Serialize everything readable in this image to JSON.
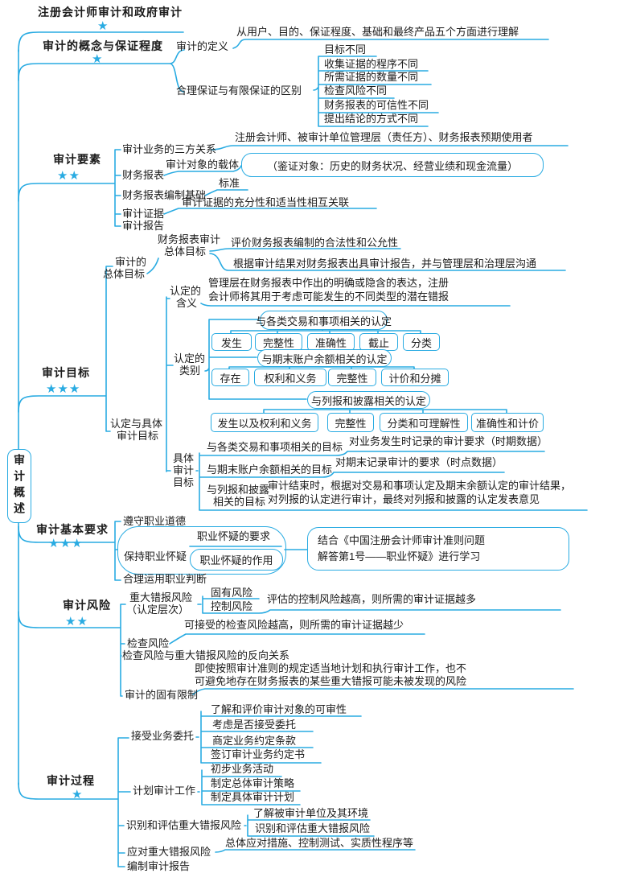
{
  "accent": "#29abe2",
  "root": {
    "title": "审计概述"
  },
  "b1": {
    "label": "注册会计师审计和政府审计",
    "stars": "★"
  },
  "b2": {
    "label": "审计的概念与保证程度",
    "stars": "★",
    "definition": {
      "label": "审计的定义",
      "note": "从用户、目的、保证程度、基础和最终产品五个方面进行理解"
    },
    "difference": {
      "label": "合理保证与有限保证的区别",
      "items": [
        "目标不同",
        "收集证据的程序不同",
        "所需证据的数量不同",
        "检查风险不同",
        "财务报表的可信性不同",
        "提出结论的方式不同"
      ]
    }
  },
  "b3": {
    "label": "审计要素",
    "stars": "★★",
    "three_party": {
      "label": "审计业务的三方关系",
      "note": "注册会计师、被审计单位管理层（责任方）、财务报表预期使用者"
    },
    "fs": {
      "label": "财务报表",
      "note": "审计对象的载体",
      "box": "（鉴证对象：历史的财务状况、经营业绩和现金流量）"
    },
    "basis": {
      "label": "财务报表编制基础",
      "note": "标准"
    },
    "evidence": {
      "label": "审计证据",
      "note": "审计证据的充分性和适当性相互关联"
    },
    "report": {
      "label": "审计报告"
    }
  },
  "b4": {
    "label": "审计目标",
    "stars": "★★★",
    "overall": {
      "label1": "审计的",
      "label2": "总体目标",
      "fs_overall": {
        "label1": "财务报表审计",
        "label2": "总体目标",
        "notes": [
          "评价财务报表编制的合法性和公允性",
          "根据审计结果对财务报表出具审计报告，并与管理层和治理层沟通"
        ]
      }
    },
    "assertion": {
      "label1": "认定与具体",
      "label2": "审计目标",
      "meaning": {
        "label1": "认定的",
        "label2": "含义",
        "note1": "管理层在财务报表中作出的明确或隐含的表达，注册",
        "note2": "会计师将其用于考虑可能发生的不同类型的潜在错报"
      },
      "categories": {
        "label1": "认定的",
        "label2": "类别",
        "transactions": {
          "box": "与各类交易和事项相关的认定",
          "items": [
            "发生",
            "完整性",
            "准确性",
            "截止",
            "分类"
          ]
        },
        "balances": {
          "box": "与期末账户余额相关的认定",
          "items": [
            "存在",
            "权利和义务",
            "完整性",
            "计价和分摊"
          ]
        },
        "presentation": {
          "box": "与列报和披露相关的认定",
          "items": [
            "发生以及权利和义务",
            "完整性",
            "分类和可理解性",
            "准确性和计价"
          ]
        }
      },
      "specific": {
        "label1": "具体",
        "label2": "审计",
        "label3": "目标",
        "transactions": {
          "label": "与各类交易和事项相关的目标",
          "note": "对业务发生时记录的审计要求（时期数据）"
        },
        "balances": {
          "label": "与期末账户余额相关的目标",
          "note": "对期末记录审计的要求（时点数据）"
        },
        "presentation": {
          "label1": "与列报和披露",
          "label2": "相关的目标",
          "note1": "审计结束时，根据对交易和事项认定及期末余额认定的审计结果，",
          "note2": "对列报的认定进行审计，最终对列报和披露的认定发表意见"
        }
      }
    }
  },
  "b5": {
    "label": "审计基本要求",
    "stars": "★★★",
    "ethics": "遵守职业道德",
    "skepticism": {
      "label": "保持职业怀疑",
      "req": "职业怀疑的要求",
      "role": "职业怀疑的作用",
      "note1": "结合《中国注册会计师审计准则问题",
      "note2": "解答第1号——职业怀疑》进行学习"
    },
    "judgment": "合理运用职业判断"
  },
  "b6": {
    "label": "审计风险",
    "stars": "★★",
    "rmm": {
      "label1": "重大错报风险",
      "label2": "（认定层次）",
      "inherent": "固有风险",
      "control": "控制风险",
      "control_note": "评估的控制风险越高，则所需的审计证据越多"
    },
    "detection": {
      "label": "检查风险",
      "note": "可接受的检查风险越高，则所需的审计证据越少"
    },
    "inverse": "检查风险与重大错报风险的反向关系",
    "limitation": {
      "label": "审计的固有限制",
      "note1": "即使按照审计准则的规定适当地计划和执行审计工作，也不",
      "note2": "可避免地存在财务报表的某些重大错报可能未被发现的风险"
    }
  },
  "b7": {
    "label": "审计过程",
    "stars": "★",
    "acceptance": {
      "label": "接受业务委托",
      "items": [
        "了解和评价审计对象的可审性",
        "考虑是否接受委托",
        "商定业务约定条款",
        "签订审计业务约定书"
      ]
    },
    "planning": {
      "label": "计划审计工作",
      "items": [
        "初步业务活动",
        "制定总体审计策略",
        "制定具体审计计划"
      ]
    },
    "risk_assess": {
      "label": "识别和评估重大错报风险",
      "items": [
        "了解被审计单位及其环境",
        "识别和评估重大错报风险"
      ]
    },
    "response": {
      "label": "应对重大错报风险",
      "note": "总体应对措施、控制测试、实质性程序等"
    },
    "reporting": {
      "label": "编制审计报告"
    }
  }
}
